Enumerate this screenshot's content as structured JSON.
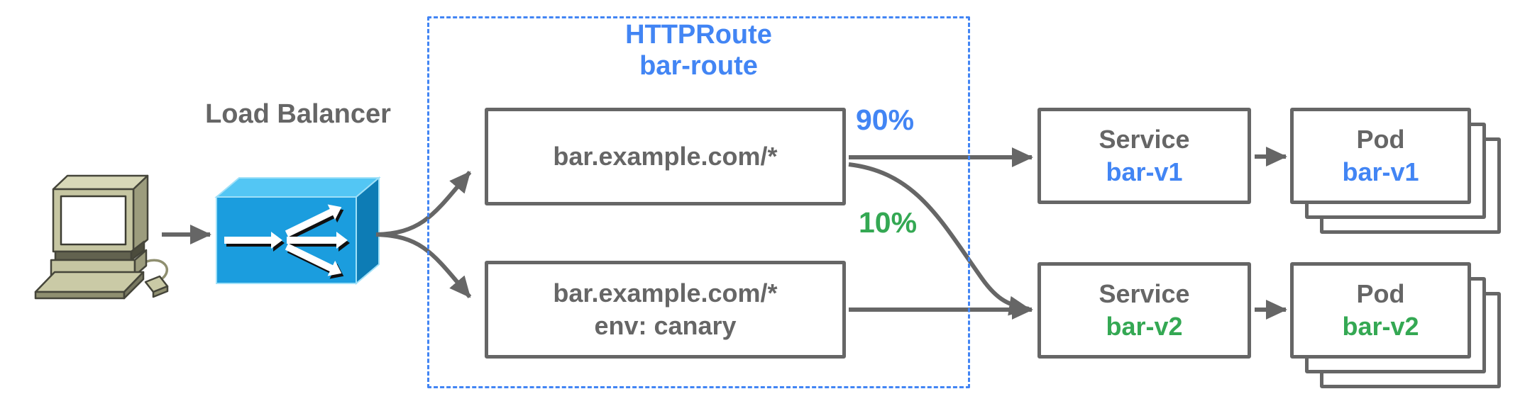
{
  "labels": {
    "load_balancer": "Load Balancer"
  },
  "httproute": {
    "kind": "HTTPRoute",
    "name": "bar-route"
  },
  "routes": [
    {
      "match": "bar.example.com/*"
    },
    {
      "match": "bar.example.com/*",
      "header_match": "env: canary"
    }
  ],
  "traffic_split": {
    "primary_pct": "90%",
    "canary_pct": "10%"
  },
  "services": [
    {
      "kind": "Service",
      "name": "bar-v1"
    },
    {
      "kind": "Service",
      "name": "bar-v2"
    }
  ],
  "pods": [
    {
      "kind": "Pod",
      "name": "bar-v1"
    },
    {
      "kind": "Pod",
      "name": "bar-v2"
    }
  ],
  "icons": {
    "client": "desktop-computer-icon",
    "load_balancer": "load-balancer-icon"
  },
  "colors": {
    "blue": "#4285F4",
    "green": "#34A853",
    "grey": "#666666",
    "dashed_border": "#4285F4",
    "lb_front": "#1B9DDE",
    "lb_top": "#53C6F4",
    "lb_side": "#0D7CB5",
    "client_body": "#C6C6A2"
  }
}
